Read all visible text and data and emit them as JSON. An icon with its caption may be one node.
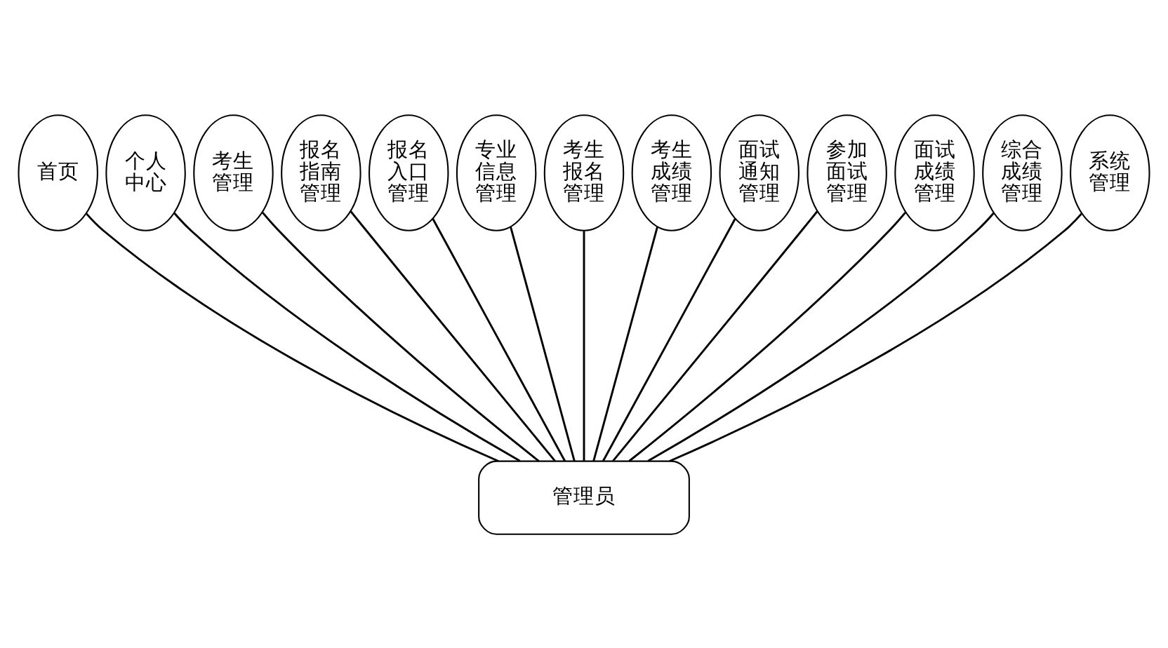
{
  "diagram": {
    "nodes": [
      {
        "text": [
          "首页"
        ]
      },
      {
        "text": [
          "个人中心"
        ]
      },
      {
        "text": [
          "考生管理"
        ]
      },
      {
        "text": [
          "报名指南管理"
        ]
      },
      {
        "text": [
          "报名入口管理"
        ]
      },
      {
        "text": [
          "专业信息管理"
        ]
      },
      {
        "text": [
          "考生报名管理"
        ]
      },
      {
        "text": [
          "考生成绩管理"
        ]
      },
      {
        "text": [
          "面试通知管理"
        ]
      },
      {
        "text": [
          "参加面试管理"
        ]
      },
      {
        "text": [
          "面试成绩管理"
        ]
      },
      {
        "text": [
          "综合成绩管理"
        ]
      },
      {
        "text": [
          "系统管理"
        ]
      },
      {
        "text": [
          "管理员"
        ]
      }
    ],
    "edges": [
      {
        "from": 13,
        "to": 0,
        "arrow": "none"
      },
      {
        "from": 13,
        "to": 1,
        "arrow": "none"
      },
      {
        "from": 13,
        "to": 2,
        "arrow": "none"
      },
      {
        "from": 13,
        "to": 3,
        "arrow": "none"
      },
      {
        "from": 13,
        "to": 4,
        "arrow": "none"
      },
      {
        "from": 13,
        "to": 5,
        "arrow": "none"
      },
      {
        "from": 13,
        "to": 6,
        "arrow": "none"
      },
      {
        "from": 13,
        "to": 7,
        "arrow": "none"
      },
      {
        "from": 13,
        "to": 8,
        "arrow": "none"
      },
      {
        "from": 13,
        "to": 9,
        "arrow": "none"
      },
      {
        "from": 13,
        "to": 10,
        "arrow": "none"
      },
      {
        "from": 13,
        "to": 11,
        "arrow": "none"
      },
      {
        "from": 13,
        "to": 12,
        "arrow": "none"
      }
    ]
  }
}
